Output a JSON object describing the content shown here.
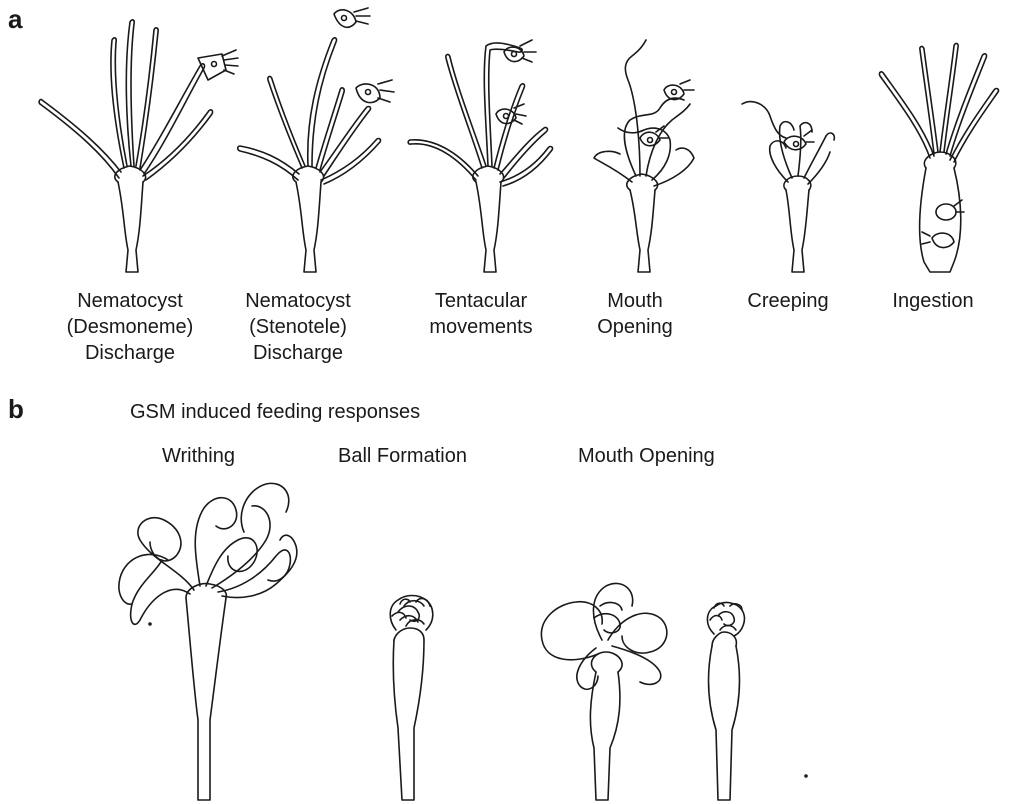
{
  "panel_a": {
    "letter": "a",
    "stages": [
      {
        "lines": [
          "Nematocyst",
          "(Desmoneme)",
          "Discharge"
        ]
      },
      {
        "lines": [
          "Nematocyst",
          "(Stenotele)",
          "Discharge"
        ]
      },
      {
        "lines": [
          "Tentacular",
          "movements"
        ]
      },
      {
        "lines": [
          "Mouth",
          "Opening"
        ]
      },
      {
        "lines": [
          "Creeping"
        ]
      },
      {
        "lines": [
          "Ingestion"
        ]
      }
    ]
  },
  "panel_b": {
    "letter": "b",
    "heading": "GSM induced feeding responses",
    "responses": [
      "Writhing",
      "Ball Formation",
      "Mouth Opening"
    ]
  },
  "colors": {
    "ink": "#1a1a1a",
    "background": "#ffffff"
  }
}
